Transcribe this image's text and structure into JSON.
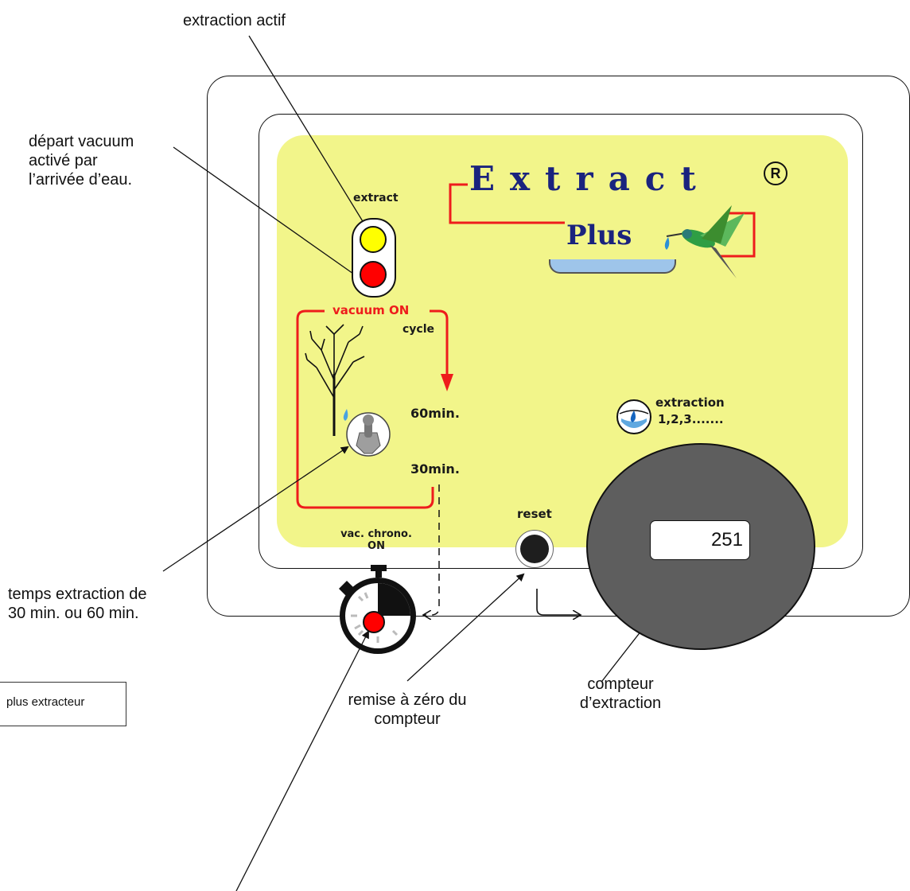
{
  "callouts": {
    "extraction_actif": "extraction actif",
    "depart_vacuum": [
      "départ vacuum",
      "activé par",
      "l’arrivée d’eau."
    ],
    "temps_extraction": [
      "temps extraction de",
      "30 min. ou 60 min."
    ],
    "remise_a_zero": [
      "remise à zéro du",
      "compteur"
    ],
    "compteur": [
      "compteur",
      "d’extraction"
    ]
  },
  "legend": {
    "label": "plus extracteur"
  },
  "panel": {
    "logo_extract": "Extract",
    "logo_registered": "R",
    "logo_plus": "Plus",
    "lamp_label": "extract",
    "vacuum_on": "vacuum ON",
    "cycle": "cycle",
    "time_60": "60min.",
    "time_30": "30min.",
    "chrono_line1": "vac. chrono.",
    "chrono_line2": "ON",
    "reset_label": "reset",
    "extraction_label": "extraction",
    "extraction_sequence": "1,2,3.......",
    "counter_value": "251"
  },
  "colors": {
    "face": "#f2f58a",
    "red_loop": "#ee1c1c",
    "lamp_yellow": "#ffff00",
    "lamp_red": "#ff0000",
    "counter_disc": "#5e5e5e",
    "logo_text": "#1a237e"
  }
}
